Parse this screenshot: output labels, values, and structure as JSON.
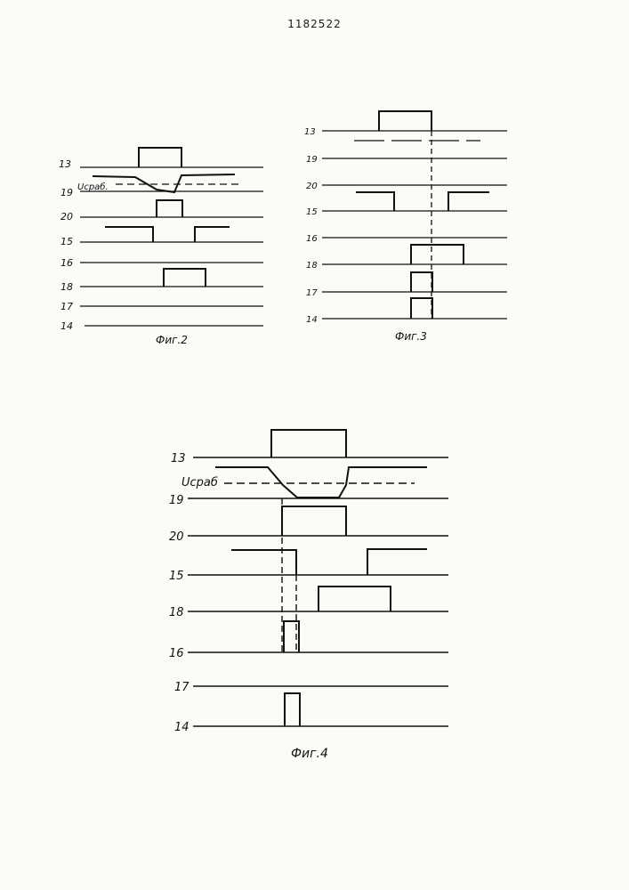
{
  "document": {
    "number": "1182522"
  },
  "colors": {
    "ink": "#111111",
    "paper": "#fbfbf8"
  },
  "figures": [
    {
      "caption": "Фиг.2",
      "threshold_label": "Uсраб.",
      "trace_labels": [
        "13",
        "19",
        "20",
        "15",
        "16",
        "18",
        "17",
        "14"
      ]
    },
    {
      "caption": "Фиг.3",
      "trace_labels": [
        "13",
        "19",
        "20",
        "15",
        "16",
        "18",
        "17",
        "14"
      ]
    },
    {
      "caption": "Фиг.4",
      "threshold_label": "Uсраб",
      "trace_labels": [
        "13",
        "19",
        "20",
        "15",
        "18",
        "16",
        "17",
        "14"
      ]
    }
  ]
}
